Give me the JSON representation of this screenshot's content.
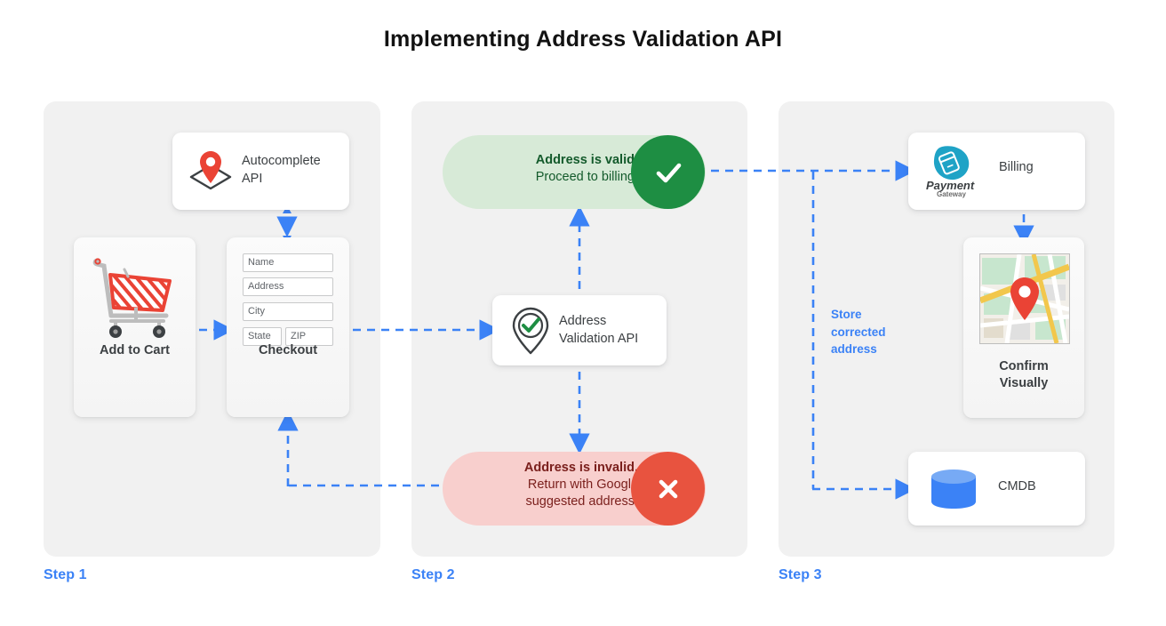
{
  "page": {
    "title": "Implementing Address Validation API",
    "accent_blue": "#3b82f6",
    "panel_bg": "#f1f1f1",
    "valid_bg": "#d7ead7",
    "valid_badge": "#1e8e43",
    "invalid_bg": "#f8cfcd",
    "invalid_badge": "#e8533f",
    "pin_red": "#ea4335",
    "cmdb_blue": "#3b82f6"
  },
  "steps": [
    {
      "label": "Step 1"
    },
    {
      "label": "Step 2"
    },
    {
      "label": "Step 3"
    }
  ],
  "step1": {
    "autocomplete": {
      "label": "Autocomplete API",
      "icon": "location-pin-diamond-icon"
    },
    "add_to_cart": {
      "label": "Add to Cart",
      "icon": "shopping-cart-icon"
    },
    "checkout": {
      "label": "Checkout",
      "icon": "checkout-form-icon",
      "fields": [
        {
          "name": "name-field",
          "placeholder": "Name"
        },
        {
          "name": "address-field",
          "placeholder": "Address"
        },
        {
          "name": "city-field",
          "placeholder": "City"
        },
        {
          "name": "state-field",
          "placeholder": "State"
        },
        {
          "name": "zip-field",
          "placeholder": "ZIP"
        }
      ]
    }
  },
  "step2": {
    "valid": {
      "headline": "Address is valid.",
      "detail": "Proceed to billing.",
      "badge_icon": "check-icon"
    },
    "invalid": {
      "headline": "Address is invalid.",
      "detail_line1": "Return with Google",
      "detail_line2": "suggested address.",
      "badge_icon": "close-x-icon"
    },
    "validation_api": {
      "label_line1": "Address",
      "label_line2": "Validation API",
      "icon": "pin-check-icon"
    }
  },
  "step3": {
    "billing": {
      "label": "Billing",
      "logo_primary": "Payment",
      "logo_secondary": "Gateway",
      "icon": "payment-gateway-icon"
    },
    "confirm": {
      "label_line1": "Confirm",
      "label_line2": "Visually",
      "icon": "map-thumbnail-icon"
    },
    "cmdb": {
      "label": "CMDB",
      "icon": "database-cylinder-icon"
    },
    "store_note": {
      "line1": "Store",
      "line2": "corrected",
      "line3": "address"
    }
  }
}
